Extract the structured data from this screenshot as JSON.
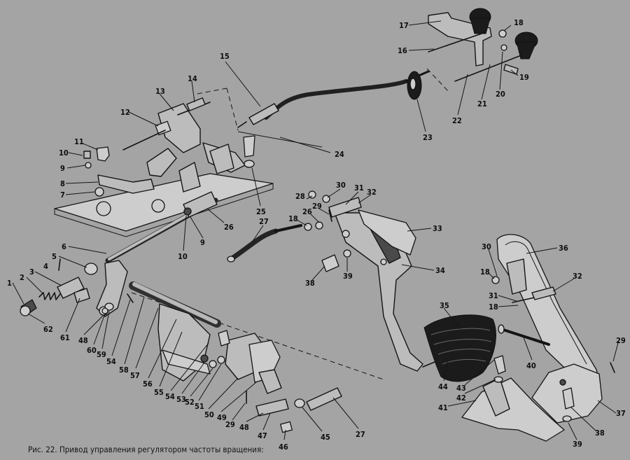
{
  "caption": "Рис. 22. Привод управления регулятором частоты вращения:",
  "callouts": [
    "1",
    "2",
    "3",
    "4",
    "5",
    "6",
    "7",
    "8",
    "9",
    "10",
    "11",
    "12",
    "13",
    "14",
    "15",
    "16",
    "17",
    "18",
    "19",
    "20",
    "21",
    "22",
    "23",
    "24",
    "25",
    "26",
    "27",
    "28",
    "29",
    "30",
    "31",
    "32",
    "33",
    "34",
    "35",
    "36",
    "37",
    "38",
    "39",
    "40",
    "41",
    "42",
    "43",
    "44",
    "45",
    "46",
    "47",
    "48",
    "49",
    "50",
    "51",
    "52",
    "53",
    "54",
    "55",
    "56",
    "57",
    "58",
    "59",
    "60",
    "61",
    "62"
  ],
  "colors": {
    "background": "#a4a4a4",
    "ink": "#141414",
    "part": "#bcbcbc",
    "dark": "#1b1b1b"
  }
}
